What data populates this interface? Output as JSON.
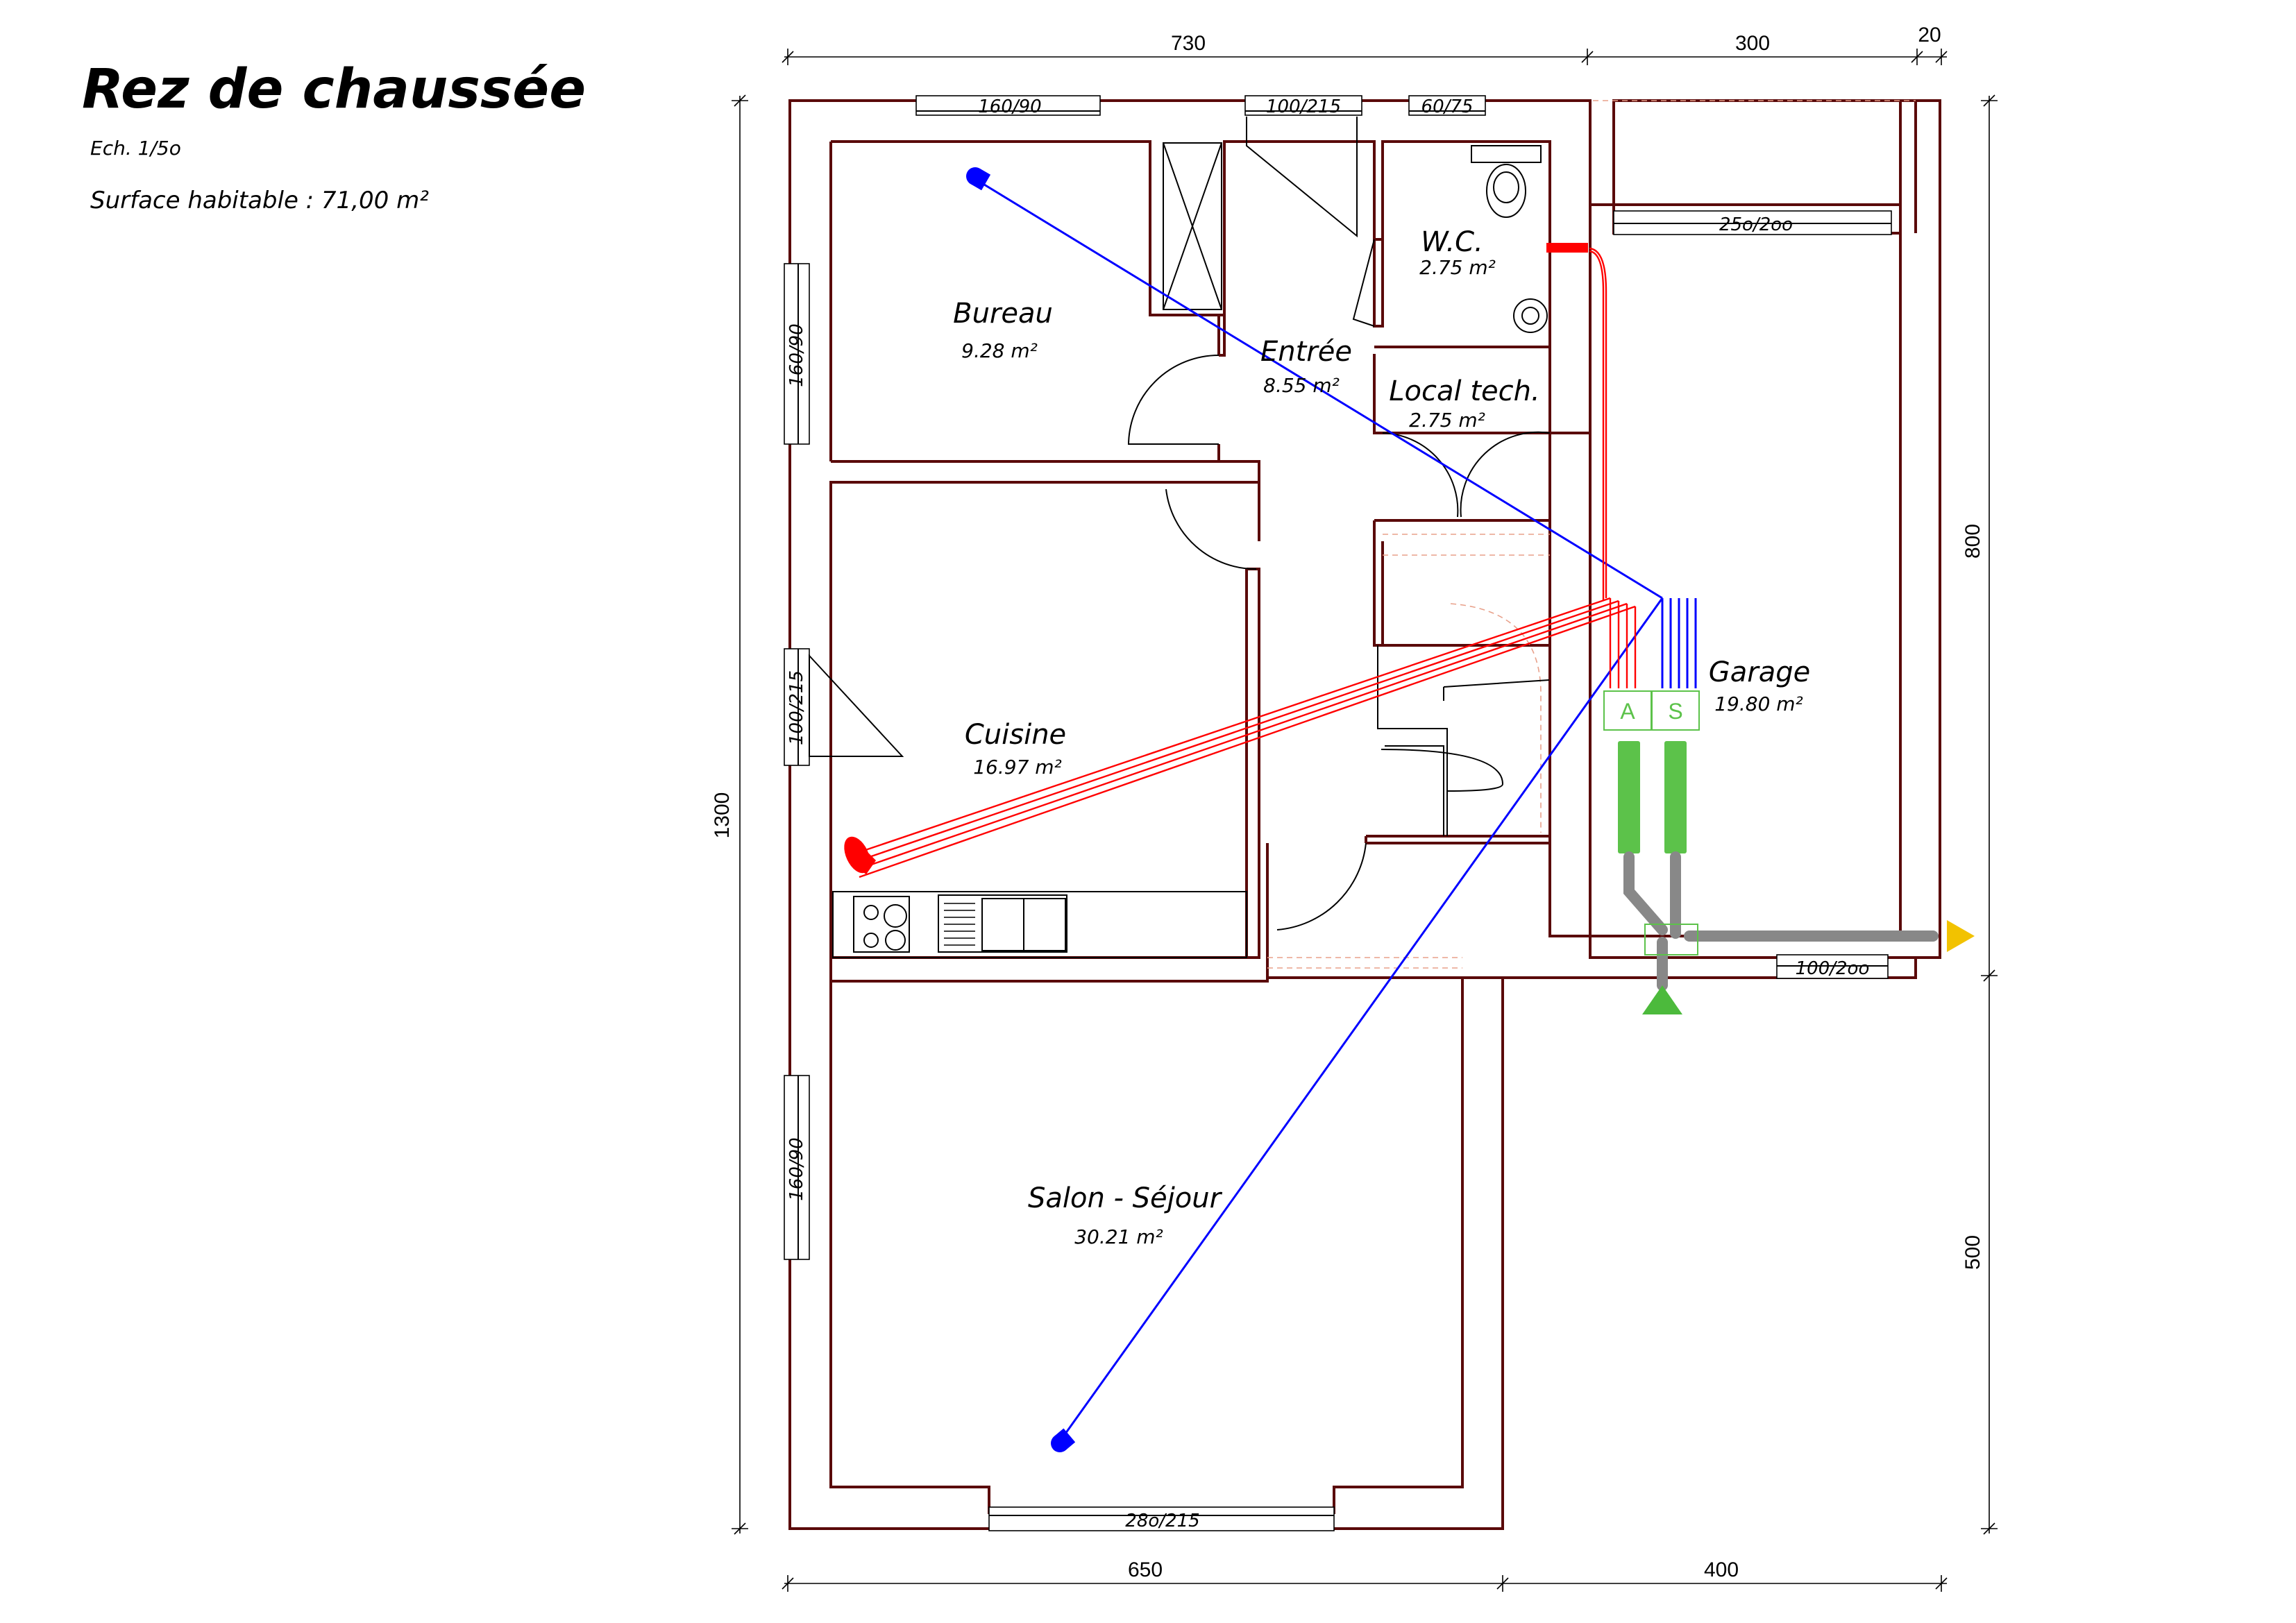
{
  "title": "Rez de chaussée",
  "scale": "Ech. 1/5o",
  "surface": "Surface habitable : 71,00 m²",
  "dimensions": {
    "top_left": "730",
    "top_mid": "300",
    "top_right": "20",
    "bottom_left": "650",
    "bottom_right": "400",
    "left": "1300",
    "right_top": "800",
    "right_bottom": "500"
  },
  "openings": {
    "bureau_top": "160/90",
    "entree_top": "100/215",
    "wc_top": "60/75",
    "garage_top": "25o/2oo",
    "bureau_left": "160/90",
    "cuisine_left": "100/215",
    "salon_left": "160/90",
    "salon_bottom": "28o/215",
    "garage_bottom": "100/2oo"
  },
  "rooms": {
    "bureau": {
      "name": "Bureau",
      "area": "9.28 m²"
    },
    "entree": {
      "name": "Entrée",
      "area": "8.55 m²"
    },
    "wc": {
      "name": "W.C.",
      "area": "2.75 m²"
    },
    "local": {
      "name": "Local tech.",
      "area": "2.75 m²"
    },
    "cuisine": {
      "name": "Cuisine",
      "area": "16.97 m²"
    },
    "garage": {
      "name": "Garage",
      "area": "19.80 m²"
    },
    "salon": {
      "name": "Salon - Séjour",
      "area": "30.21 m²"
    }
  },
  "vmc": {
    "supply_label": "A",
    "exhaust_label": "S",
    "supply_color": "#0000ff",
    "exhaust_color": "#ff0000",
    "duct_color": "#5cc24a",
    "outlet_color": "#f2c200",
    "intake_color": "#4cba3c",
    "wall_color": "#5a0a0a"
  }
}
